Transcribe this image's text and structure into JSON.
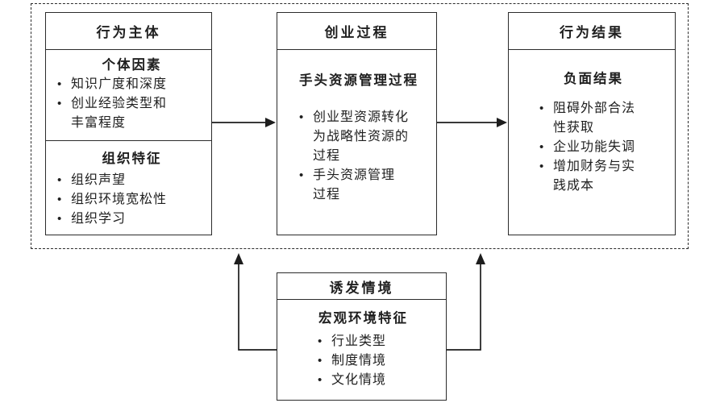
{
  "diagram": {
    "bullet_glyph": "•",
    "colors": {
      "line": "#2b2b2b",
      "text": "#1f1f1f",
      "background": "#ffffff"
    },
    "columns": [
      {
        "header": "行为主体",
        "sections": [
          {
            "title": "个体因素",
            "bullets": [
              "知识广度和深度",
              "创业经验类型和\n丰富程度"
            ]
          },
          {
            "title": "组织特征",
            "bullets": [
              "组织声望",
              "组织环境宽松性",
              "组织学习"
            ]
          }
        ]
      },
      {
        "header": "创业过程",
        "sections": [
          {
            "title": "手头资源管理过程",
            "bullets": [
              "创业型资源转化\n为战略性资源的\n过程",
              "手头资源管理\n过程"
            ]
          }
        ]
      },
      {
        "header": "行为结果",
        "sections": [
          {
            "title": "负面结果",
            "bullets": [
              "阻碍外部合法\n性获取",
              "企业功能失调",
              "增加财务与实\n践成本"
            ]
          }
        ]
      }
    ],
    "bottom_box": {
      "header": "诱发情境",
      "section": {
        "title": "宏观环境特征",
        "bullets": [
          "行业类型",
          "制度情境",
          "文化情境"
        ]
      }
    }
  }
}
